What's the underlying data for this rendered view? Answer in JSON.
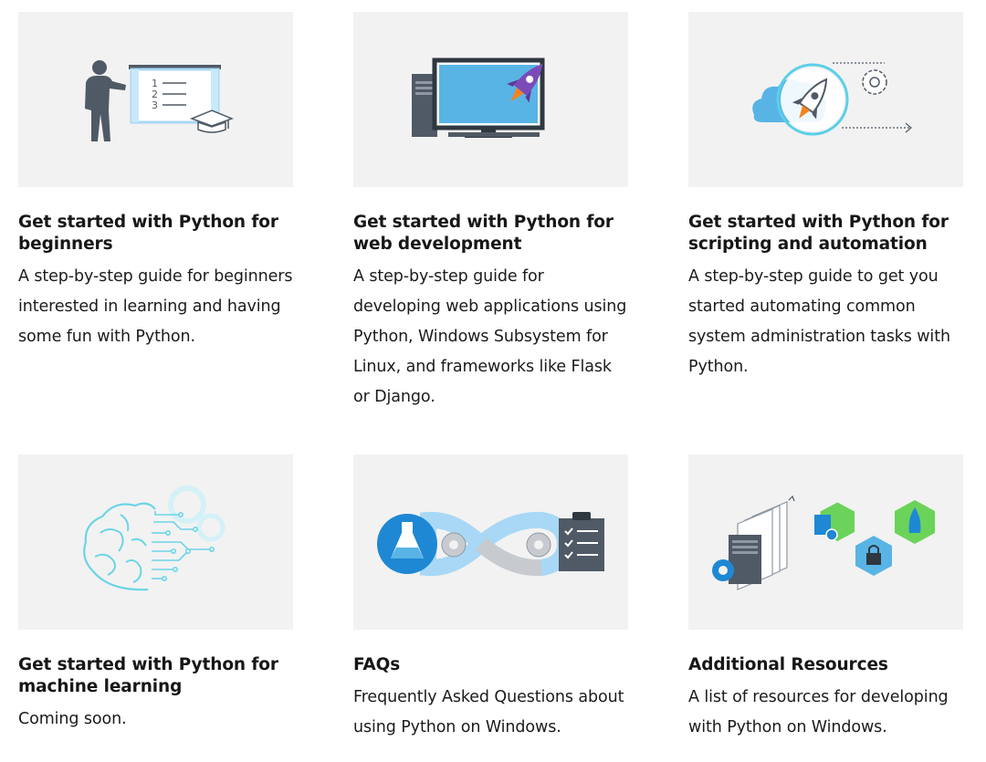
{
  "cards": [
    {
      "icon": "presentation-teacher-icon",
      "title": "Get started with Python for beginners",
      "description": "A step-by-step guide for beginners interested in learning and having some fun with Python."
    },
    {
      "icon": "desktop-rocket-icon",
      "title": "Get started with Python for web development",
      "description": "A step-by-step guide for developing web applications using Python, Windows Subsystem for Linux, and frameworks like Flask or Django."
    },
    {
      "icon": "cloud-rocket-automation-icon",
      "title": "Get started with Python for scripting and automation",
      "description": "A step-by-step guide to get you started automating common system administration tasks with Python."
    },
    {
      "icon": "circuit-brain-icon",
      "title": "Get started with Python for machine learning",
      "description": "Coming soon."
    },
    {
      "icon": "flask-gears-checklist-icon",
      "title": "FAQs",
      "description": "Frequently Asked Questions about using Python on Windows."
    },
    {
      "icon": "server-hexagons-icon",
      "title": "Additional Resources",
      "description": "A list of resources for developing with Python on Windows."
    }
  ]
}
